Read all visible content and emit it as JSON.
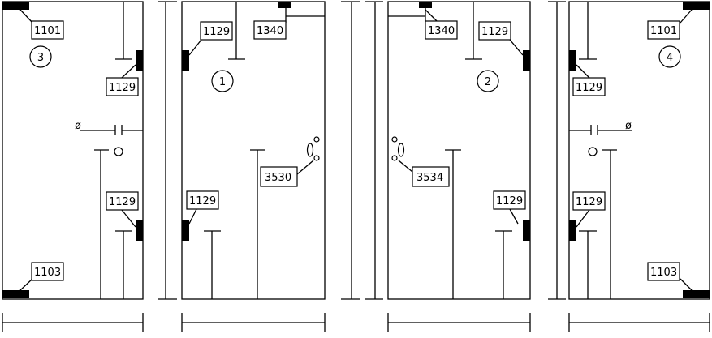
{
  "panels": [
    {
      "id": "panel-3",
      "number": "3"
    },
    {
      "id": "panel-1",
      "number": "1"
    },
    {
      "id": "panel-2",
      "number": "2"
    },
    {
      "id": "panel-4",
      "number": "4"
    }
  ],
  "labels": {
    "p3_top_corner": "1101",
    "p3_top_hinge": "1129",
    "p3_bottom_hinge": "1129",
    "p3_bottom_corner": "1103",
    "p1_top_hinge": "1129",
    "p1_top_patch": "1340",
    "p1_lock": "3530",
    "p1_bottom_hinge": "1129",
    "p2_top_patch": "1340",
    "p2_top_hinge": "1129",
    "p2_lock": "3534",
    "p2_bottom_hinge": "1129",
    "p4_top_corner": "1101",
    "p4_top_hinge": "1129",
    "p4_bottom_hinge": "1129",
    "p4_bottom_corner": "1103"
  },
  "symbols": {
    "diameter_left": "ø",
    "diameter_right": "ø"
  },
  "colors": {
    "line": "#000000",
    "background": "#ffffff"
  }
}
